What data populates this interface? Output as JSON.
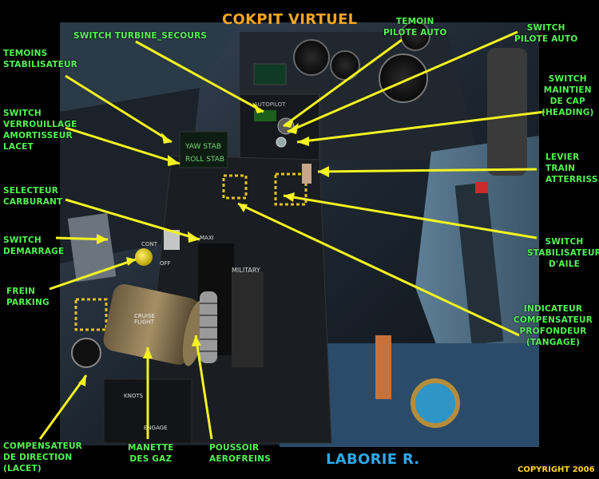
{
  "title": "COKPIT VIRTUEL",
  "author": "LABORIE R.",
  "copyright": "COPYRIGHT 2006",
  "colors": {
    "label": "#55f255",
    "title": "#f5a623",
    "author": "#2fa8e8",
    "copyright": "#ffd233",
    "pointer": "#f3f321"
  },
  "labels": {
    "switch_turbine": "SWITCH TURBINE_SECOURS",
    "temoins_stab": "TEMOINS\nSTABILISATEUR",
    "switch_verrou": "SWITCH\nVERROUILLAGE\nAMORTISSEUR\nLACET",
    "selecteur_carb": "SELECTEUR\nCARBURANT",
    "switch_demarrage": "SWITCH\nDEMARRAGE",
    "frein_parking": "FREIN\nPARKING",
    "comp_direction": "COMPENSATEUR\nDE DIRECTION\n(LACET)",
    "manette_gaz": "MANETTE\nDES GAZ",
    "poussoir": "POUSSOIR\nAEROFREINS",
    "temoin_pilote": "TEMOIN\nPILOTE AUTO",
    "switch_pilote": "SWITCH\nPILOTE AUTO",
    "switch_cap": "SWITCH\nMAINTIEN\nDE CAP\n(HEADING)",
    "levier_train": "LEVIER\nTRAIN\nATTERRISS.",
    "switch_stab_aile": "SWITCH\nSTABILISATEUR\nD'AILE",
    "indic_comp": "INDICATEUR\nCOMPENSATEUR\nPROFONDEUR\n(TANGAGE)"
  },
  "panel_text": {
    "yaw_stab": "YAW STAB",
    "roll_stab": "ROLL STAB",
    "autopilot": "AUTOPILOT",
    "military": "MILITARY",
    "maxi": "MAXI",
    "knots": "KNOTS",
    "engage": "ENGAGE",
    "cont": "CONT",
    "off": "OFF",
    "gauge_label": "CRUISE\nFLIGHT"
  }
}
